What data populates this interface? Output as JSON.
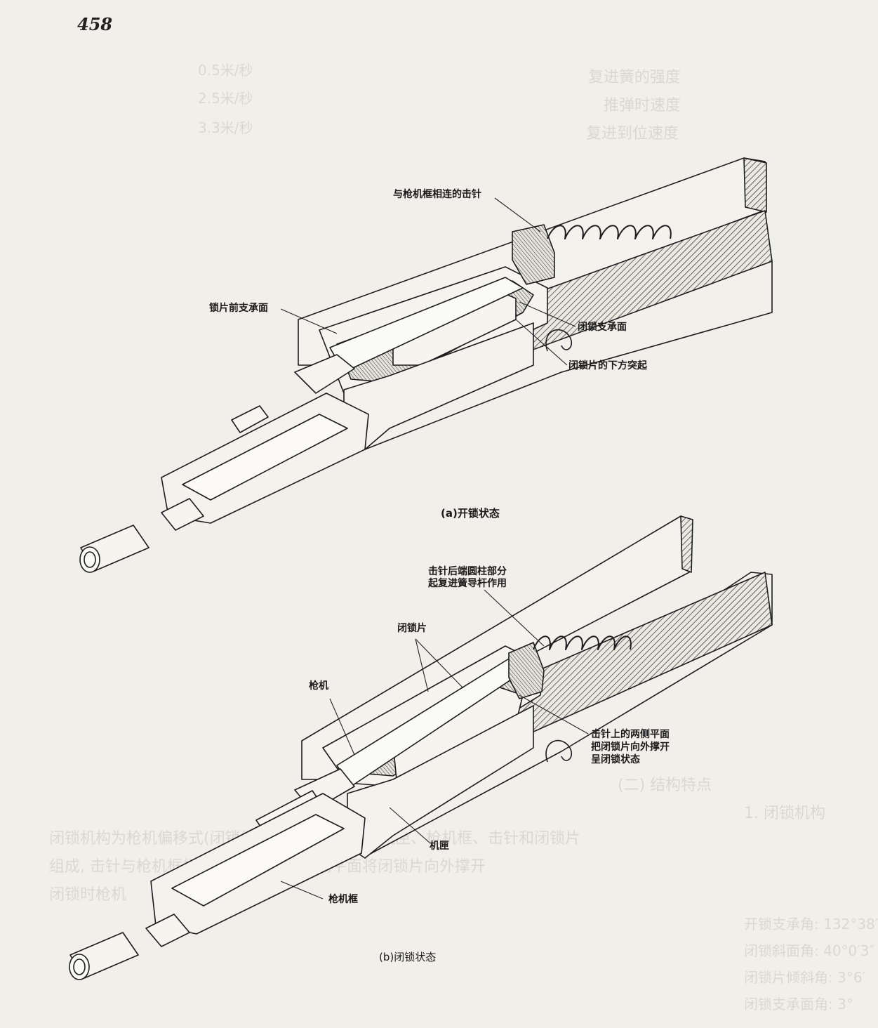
{
  "page": {
    "number": "458"
  },
  "figure_a": {
    "caption": "(a)开锁状态",
    "labels": {
      "firing_pin": "与枪机框相连的击针",
      "front_bearing": "锁片前支承面",
      "locking_bearing": "闭锁支承面",
      "lower_lug": "闭锁片的下方突起"
    }
  },
  "figure_b": {
    "caption": "(b)闭锁状态",
    "labels": {
      "pin_rear_line1": "击针后端圆柱部分",
      "pin_rear_line2": "起复进簧导杆作用",
      "locking_piece": "闭锁片",
      "bolt": "枪机",
      "pin_flats_line1": "击针上的两侧平面",
      "pin_flats_line2": "把闭锁片向外撑开",
      "pin_flats_line3": "呈闭锁状态",
      "receiver": "机匣",
      "bolt_carrier": "枪机框"
    }
  },
  "bleed_through": {
    "lines": [
      "复进簧的强度",
      "推弹时速度",
      "复进到位速度",
      "(二) 结构特点",
      "1. 闭锁机构",
      "闭锁机构为枪机偏移式(闭锁片撑开式), 由枪机、机匣、枪机框、击针和闭锁片",
      "组成, 击针与枪机框相连, 击针前端的两侧平面将闭锁片向外撑开",
      "闭锁时枪机",
      "开锁支承角: 132°38′",
      "闭锁斜面角: 40°0′3″",
      "闭锁片倾斜角: 3°6′",
      "闭锁支承面角: 3°"
    ],
    "values": [
      "0.5米/秒",
      "2.5米/秒",
      "3.3米/秒"
    ]
  }
}
